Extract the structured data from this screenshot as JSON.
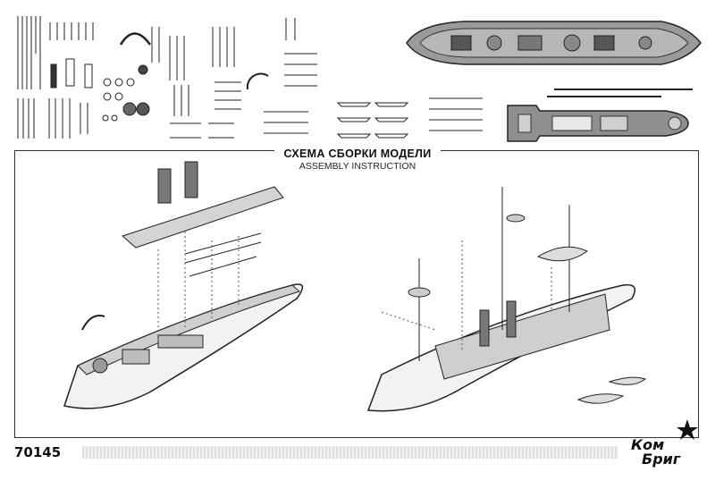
{
  "sheet": {
    "title_ru": "СХЕМА СБОРКИ МОДЕЛИ",
    "title_en": "ASSEMBLY INSTRUCTION",
    "model_number": "70145",
    "logo_line1": "Ком",
    "logo_line2": "Бриг"
  },
  "icons": [
    "parts-sprue-icon",
    "hull-top-view-icon",
    "deck-top-view-icon",
    "exploded-ship-icon",
    "star-icon"
  ]
}
